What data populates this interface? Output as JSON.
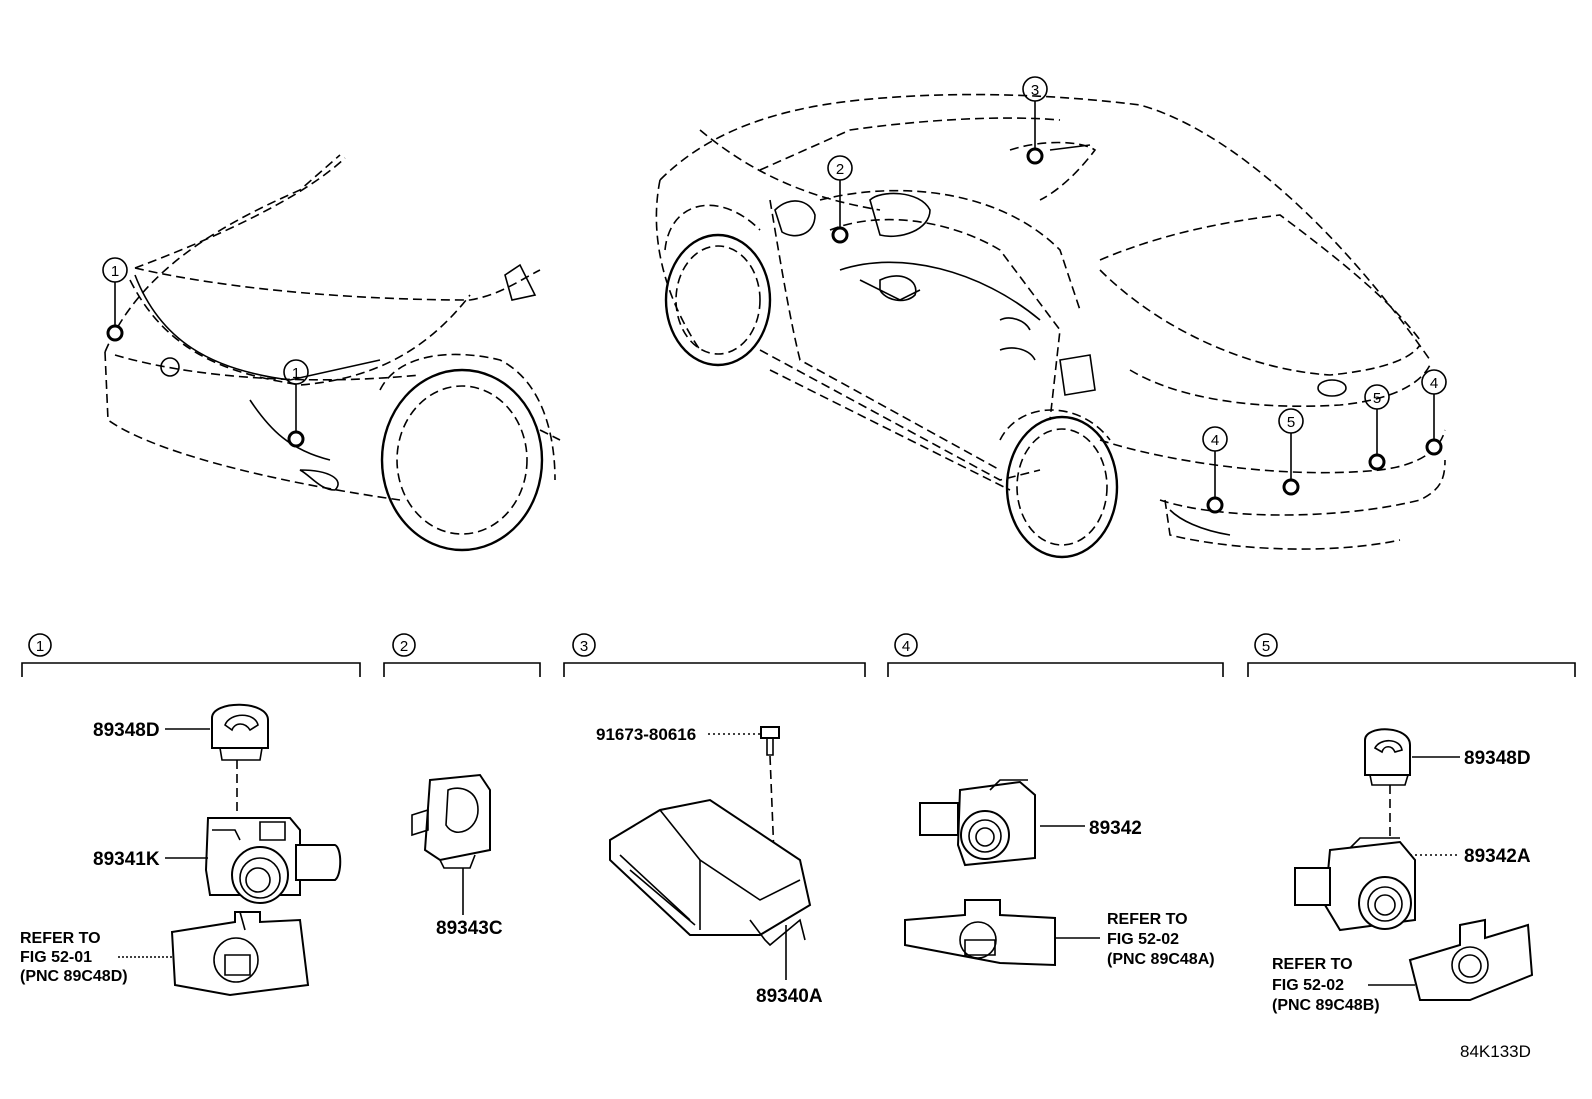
{
  "diagram_id": "84K133D",
  "callouts": {
    "c1": "1",
    "c2": "2",
    "c3": "3",
    "c4": "4",
    "c5": "5"
  },
  "groups": [
    {
      "num": "1",
      "parts": [
        "89348D",
        "89341K"
      ],
      "note": [
        "REFER TO",
        "FIG 52-01",
        "(PNC 89C48D)"
      ]
    },
    {
      "num": "2",
      "parts": [
        "89343C"
      ]
    },
    {
      "num": "3",
      "parts": [
        "91673-80616",
        "89340A"
      ]
    },
    {
      "num": "4",
      "parts": [
        "89342"
      ],
      "note": [
        "REFER TO",
        "FIG 52-02",
        "(PNC 89C48A)"
      ]
    },
    {
      "num": "5",
      "parts": [
        "89348D",
        "89342A"
      ],
      "note": [
        "REFER TO",
        "FIG 52-02",
        "(PNC 89C48B)"
      ]
    }
  ]
}
